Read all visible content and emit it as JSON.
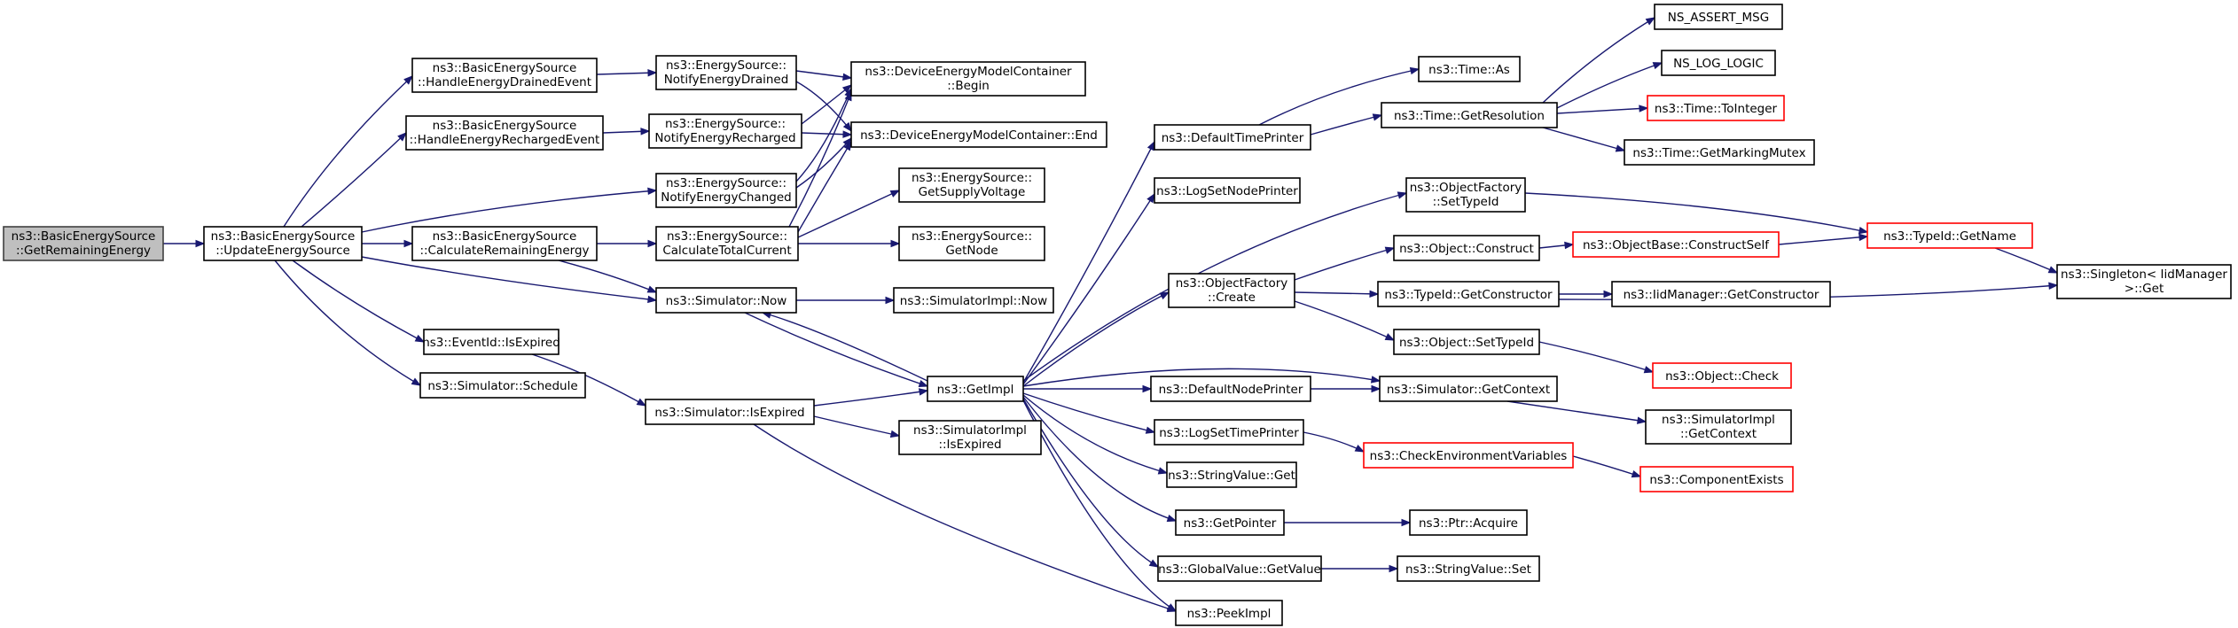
{
  "diagram": {
    "nodes": [
      {
        "id": "root",
        "lines": [
          "ns3::BasicEnergySource",
          "::GetRemainingEnergy"
        ],
        "style": "root"
      },
      {
        "id": "ues",
        "lines": [
          "ns3::BasicEnergySource",
          "::UpdateEnergySource"
        ]
      },
      {
        "id": "hed",
        "lines": [
          "ns3::BasicEnergySource",
          "::HandleEnergyDrainedEvent"
        ]
      },
      {
        "id": "her",
        "lines": [
          "ns3::BasicEnergySource",
          "::HandleEnergyRechargedEvent"
        ]
      },
      {
        "id": "cre",
        "lines": [
          "ns3::BasicEnergySource",
          "::CalculateRemainingEnergy"
        ]
      },
      {
        "id": "eie",
        "lines": [
          "ns3::EventId::IsExpired"
        ]
      },
      {
        "id": "ssch",
        "lines": [
          "ns3::Simulator::Schedule"
        ]
      },
      {
        "id": "ned",
        "lines": [
          "ns3::EnergySource::",
          "NotifyEnergyDrained"
        ]
      },
      {
        "id": "ner",
        "lines": [
          "ns3::EnergySource::",
          "NotifyEnergyRecharged"
        ]
      },
      {
        "id": "nec",
        "lines": [
          "ns3::EnergySource::",
          "NotifyEnergyChanged"
        ]
      },
      {
        "id": "ctc",
        "lines": [
          "ns3::EnergySource::",
          "CalculateTotalCurrent"
        ]
      },
      {
        "id": "snow",
        "lines": [
          "ns3::Simulator::Now"
        ]
      },
      {
        "id": "sie",
        "lines": [
          "ns3::Simulator::IsExpired"
        ]
      },
      {
        "id": "dbeg",
        "lines": [
          "ns3::DeviceEnergyModelContainer",
          "::Begin"
        ]
      },
      {
        "id": "dend",
        "lines": [
          "ns3::DeviceEnergyModelContainer::End"
        ]
      },
      {
        "id": "gsv",
        "lines": [
          "ns3::EnergySource::",
          "GetSupplyVoltage"
        ]
      },
      {
        "id": "gnode",
        "lines": [
          "ns3::EnergySource::",
          "GetNode"
        ]
      },
      {
        "id": "sinow",
        "lines": [
          "ns3::SimulatorImpl::Now"
        ]
      },
      {
        "id": "getimpl",
        "lines": [
          "ns3::GetImpl"
        ]
      },
      {
        "id": "siie",
        "lines": [
          "ns3::SimulatorImpl",
          "::IsExpired"
        ]
      },
      {
        "id": "dtp",
        "lines": [
          "ns3::DefaultTimePrinter"
        ]
      },
      {
        "id": "lsnp",
        "lines": [
          "ns3::LogSetNodePrinter"
        ]
      },
      {
        "id": "ofc",
        "lines": [
          "ns3::ObjectFactory",
          "::Create"
        ]
      },
      {
        "id": "dnp",
        "lines": [
          "ns3::DefaultNodePrinter"
        ]
      },
      {
        "id": "lstp",
        "lines": [
          "ns3::LogSetTimePrinter"
        ]
      },
      {
        "id": "svget",
        "lines": [
          "ns3::StringValue::Get"
        ]
      },
      {
        "id": "gptr",
        "lines": [
          "ns3::GetPointer"
        ]
      },
      {
        "id": "gvgv",
        "lines": [
          "ns3::GlobalValue::GetValue"
        ]
      },
      {
        "id": "peek",
        "lines": [
          "ns3::PeekImpl"
        ]
      },
      {
        "id": "tas",
        "lines": [
          "ns3::Time::As"
        ]
      },
      {
        "id": "tgr",
        "lines": [
          "ns3::Time::GetResolution"
        ]
      },
      {
        "id": "ofst",
        "lines": [
          "ns3::ObjectFactory",
          "::SetTypeId"
        ]
      },
      {
        "id": "ocon",
        "lines": [
          "ns3::Object::Construct"
        ]
      },
      {
        "id": "tgc",
        "lines": [
          "ns3::TypeId::GetConstructor"
        ]
      },
      {
        "id": "ost",
        "lines": [
          "ns3::Object::SetTypeId"
        ]
      },
      {
        "id": "sgc",
        "lines": [
          "ns3::Simulator::GetContext"
        ]
      },
      {
        "id": "cev",
        "lines": [
          "ns3::CheckEnvironmentVariables"
        ],
        "style": "red"
      },
      {
        "id": "pacq",
        "lines": [
          "ns3::Ptr::Acquire"
        ]
      },
      {
        "id": "svset",
        "lines": [
          "ns3::StringValue::Set"
        ]
      },
      {
        "id": "nam",
        "lines": [
          "NS_ASSERT_MSG"
        ]
      },
      {
        "id": "nll",
        "lines": [
          "NS_LOG_LOGIC"
        ]
      },
      {
        "id": "tti",
        "lines": [
          "ns3::Time::ToInteger"
        ],
        "style": "red"
      },
      {
        "id": "tgmm",
        "lines": [
          "ns3::Time::GetMarkingMutex"
        ]
      },
      {
        "id": "obcs",
        "lines": [
          "ns3::ObjectBase::ConstructSelf"
        ],
        "style": "red"
      },
      {
        "id": "imgc",
        "lines": [
          "ns3::IidManager::GetConstructor"
        ]
      },
      {
        "id": "ochk",
        "lines": [
          "ns3::Object::Check"
        ],
        "style": "red"
      },
      {
        "id": "sigc",
        "lines": [
          "ns3::SimulatorImpl",
          "::GetContext"
        ]
      },
      {
        "id": "cex",
        "lines": [
          "ns3::ComponentExists"
        ],
        "style": "red"
      },
      {
        "id": "tgn",
        "lines": [
          "ns3::TypeId::GetName"
        ],
        "style": "red"
      },
      {
        "id": "sing",
        "lines": [
          "ns3::Singleton< IidManager",
          " >::Get"
        ]
      }
    ]
  }
}
